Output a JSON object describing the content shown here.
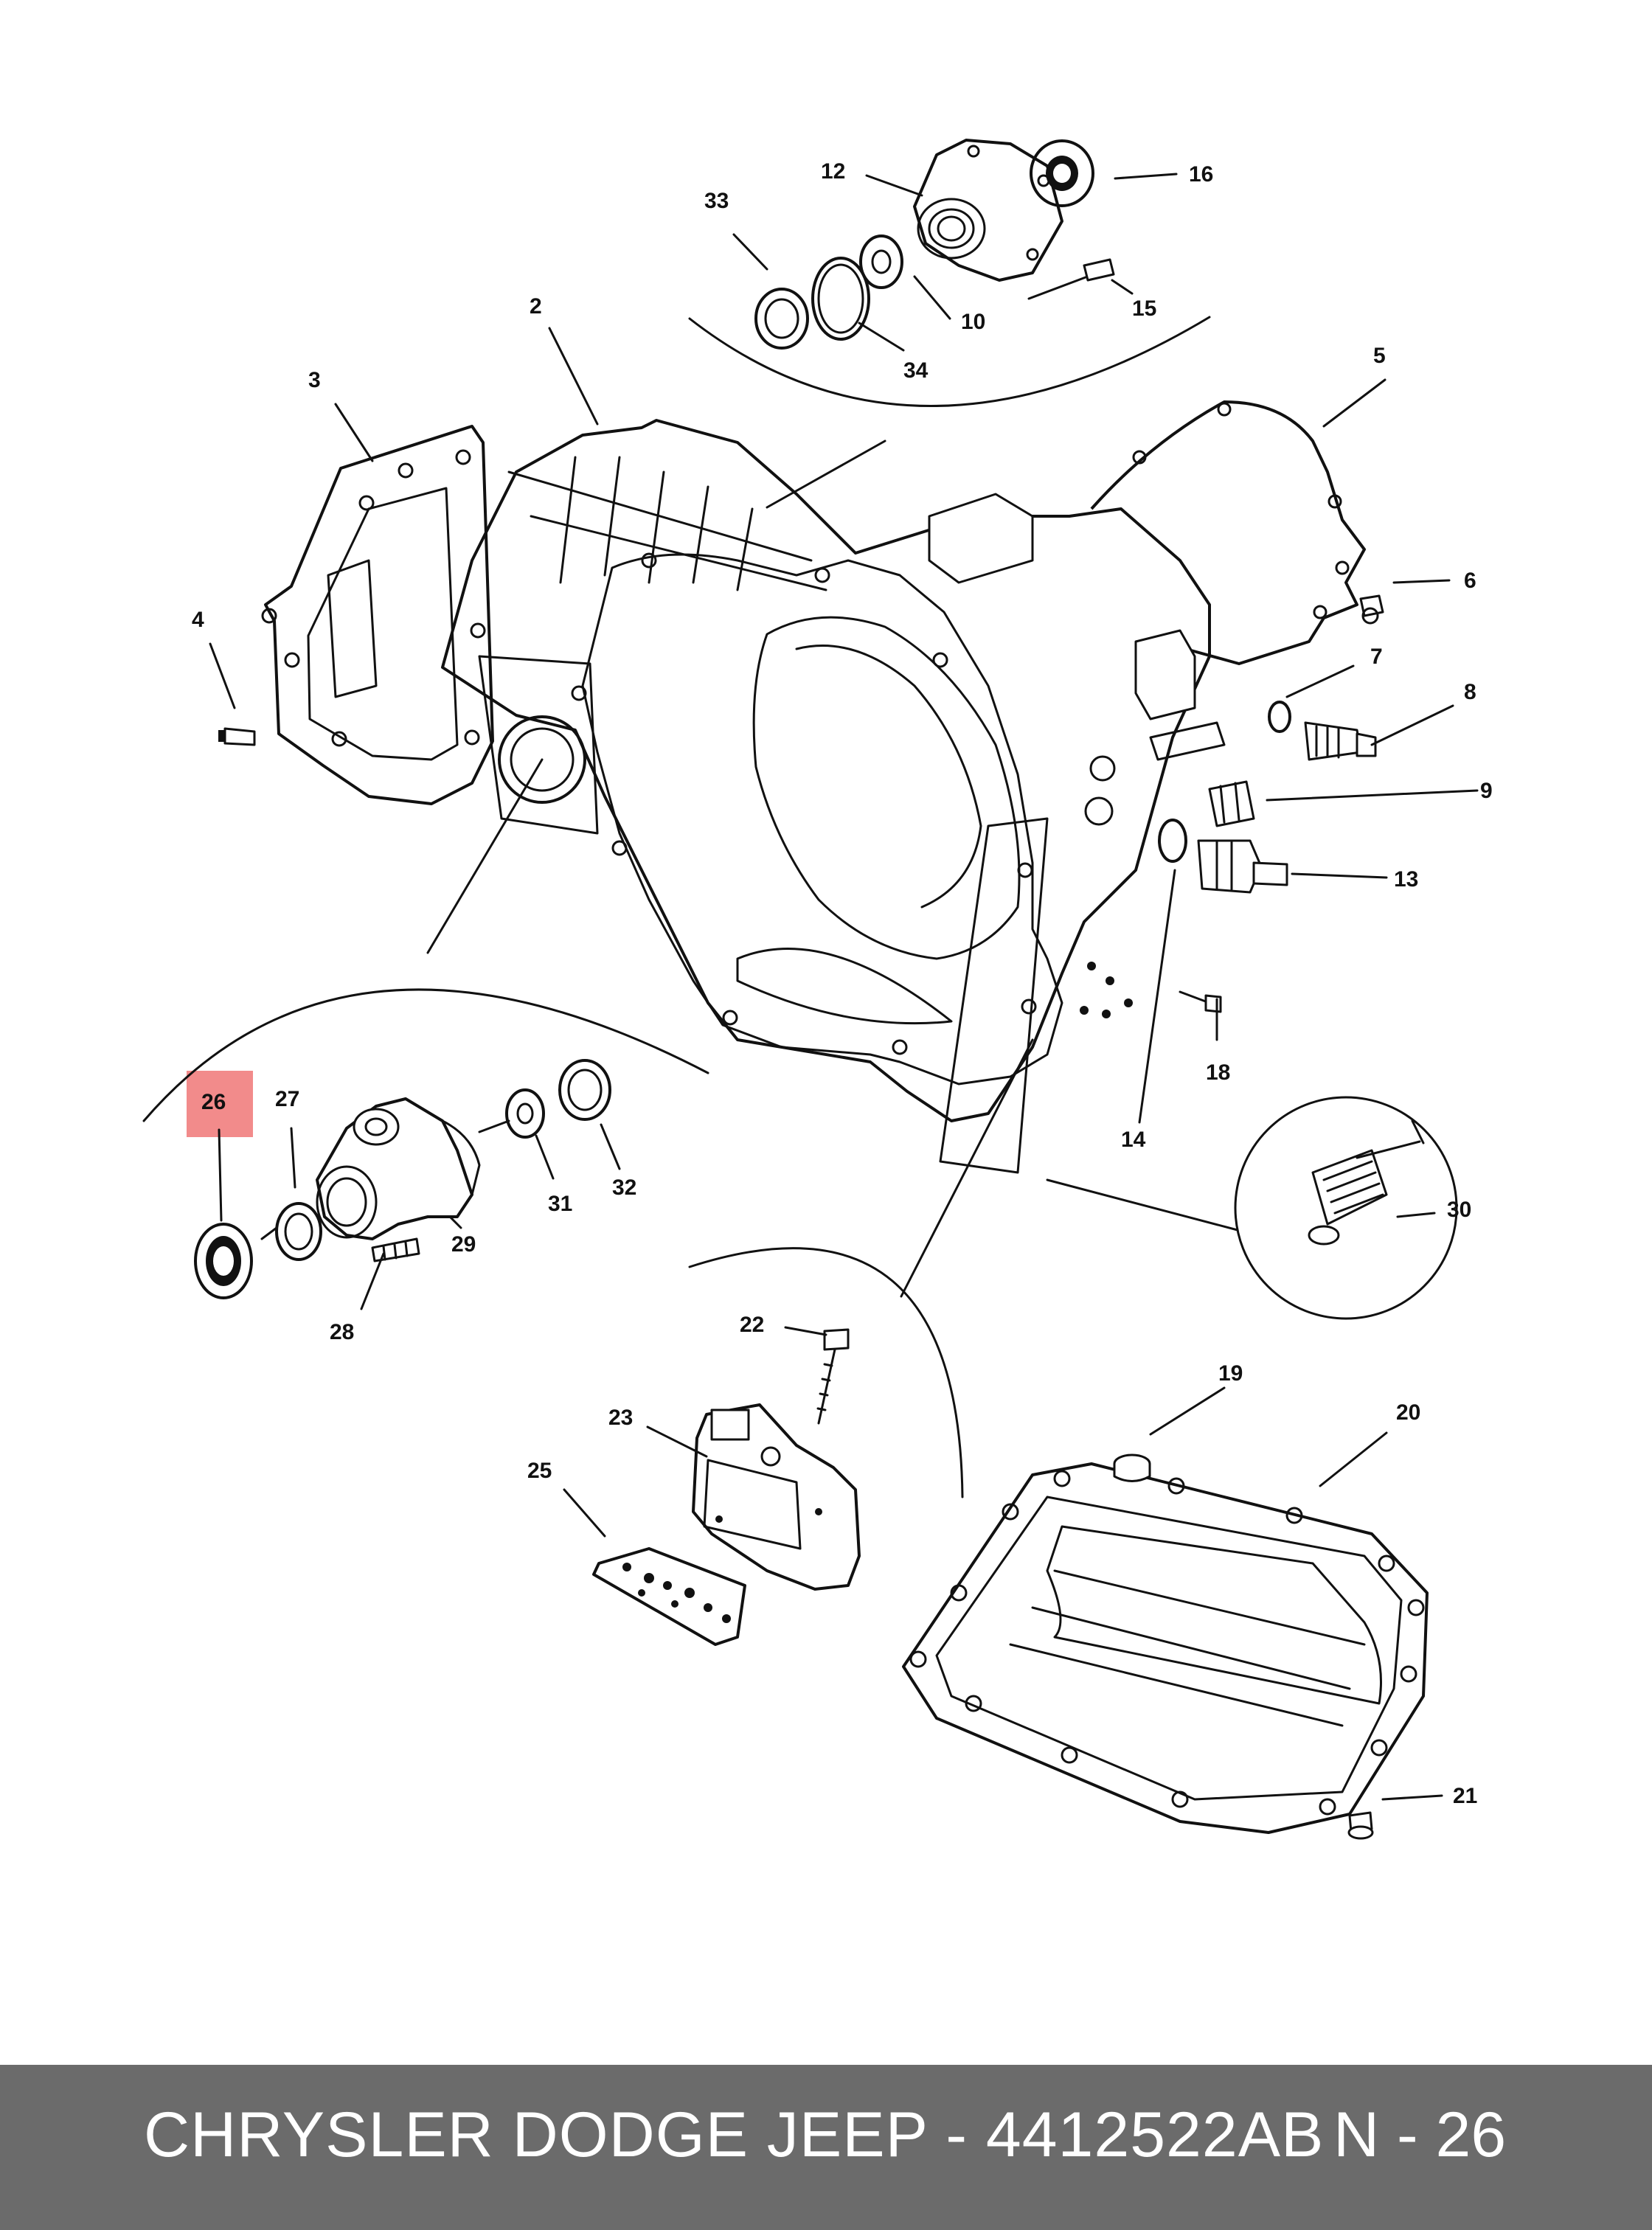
{
  "diagram": {
    "highlight_color": "#f28b8b",
    "callouts": [
      {
        "id": "c1",
        "text": "2"
      },
      {
        "id": "c2",
        "text": "3"
      },
      {
        "id": "c3",
        "text": "4"
      },
      {
        "id": "c4",
        "text": "5"
      },
      {
        "id": "c5",
        "text": "6"
      },
      {
        "id": "c6",
        "text": "7"
      },
      {
        "id": "c7",
        "text": "8"
      },
      {
        "id": "c8",
        "text": "9"
      },
      {
        "id": "c9",
        "text": "10"
      },
      {
        "id": "c10",
        "text": "12"
      },
      {
        "id": "c11",
        "text": "13"
      },
      {
        "id": "c12",
        "text": "14"
      },
      {
        "id": "c13",
        "text": "15"
      },
      {
        "id": "c14",
        "text": "16"
      },
      {
        "id": "c15",
        "text": "18"
      },
      {
        "id": "c16",
        "text": "19"
      },
      {
        "id": "c17",
        "text": "20"
      },
      {
        "id": "c18",
        "text": "21"
      },
      {
        "id": "c19",
        "text": "22"
      },
      {
        "id": "c20",
        "text": "23"
      },
      {
        "id": "c21",
        "text": "25"
      },
      {
        "id": "c22",
        "text": "26"
      },
      {
        "id": "c23",
        "text": "27"
      },
      {
        "id": "c24",
        "text": "28"
      },
      {
        "id": "c25",
        "text": "29"
      },
      {
        "id": "c26",
        "text": "30"
      },
      {
        "id": "c27",
        "text": "31"
      },
      {
        "id": "c28",
        "text": "32"
      },
      {
        "id": "c29",
        "text": "33"
      },
      {
        "id": "c30",
        "text": "34"
      }
    ]
  },
  "footer": {
    "title": "CHRYSLER DODGE JEEP - 4412522AB",
    "page_ref": "N - 26"
  }
}
